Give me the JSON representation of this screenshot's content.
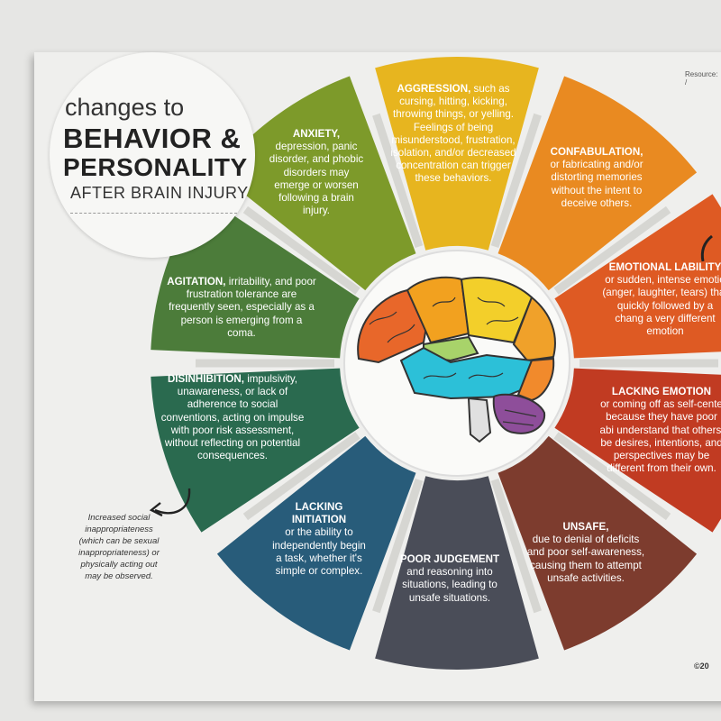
{
  "title": {
    "line1": "changes to",
    "line2": "BEHAVIOR &",
    "line3": "PERSONALITY",
    "line4": "AFTER BRAIN INJURY"
  },
  "resource_label": "Resource: /",
  "copyright": "©20",
  "side_note": "Increased social inappropriateness (which can be sexual inappropriateness) or physically acting out may be observed.",
  "segments": [
    {
      "heading": "AGGRESSION,",
      "body": "such as cursing, hitting, kicking, throwing things, or yelling. Feelings of being misunderstood, frustration, isolation, and/or decreased concentration can trigger these behaviors.",
      "color": "#e7b51f"
    },
    {
      "heading": "CONFABULATION,",
      "body": "or fabricating and/or distorting memories without the intent to deceive others.",
      "color": "#e98a21"
    },
    {
      "heading": "EMOTIONAL LABILITY",
      "body": "or sudden, intense emotio (anger, laughter, tears) that quickly followed by a chang a very different emotion",
      "color": "#de5a23"
    },
    {
      "heading": "LACKING EMOTION",
      "body": "or coming off as self-cente because they have poor abi understand that others' be desires, intentions, and perspectives may be different from their own.",
      "color": "#c13b22"
    },
    {
      "heading": "UNSAFE,",
      "body": "due to denial of deficits and poor self-awareness, causing them to attempt unsafe activities.",
      "color": "#7d3c2e"
    },
    {
      "heading": "POOR JUDGEMENT",
      "body": "and reasoning into situations, leading to unsafe situations.",
      "color": "#4a4d58"
    },
    {
      "heading": "LACKING INITIATION",
      "body": "or the ability to independently begin a task, whether it's simple or complex.",
      "color": "#285c7a"
    },
    {
      "heading": "DISINHIBITION,",
      "body": "impulsivity, unawareness, or lack of adherence to social conventions, acting on impulse with poor risk assessment, without reflecting on potential consequences.",
      "color": "#2a6a4f"
    },
    {
      "heading": "AGITATION,",
      "body": "irritability, and poor frustration tolerance are frequently seen, especially as a person is emerging from a coma.",
      "color": "#4c7c3a"
    },
    {
      "heading": "ANXIETY,",
      "body": "depression, panic disorder, and phobic disorders may emerge or worsen following a brain injury.",
      "color": "#7d9a2a"
    }
  ]
}
